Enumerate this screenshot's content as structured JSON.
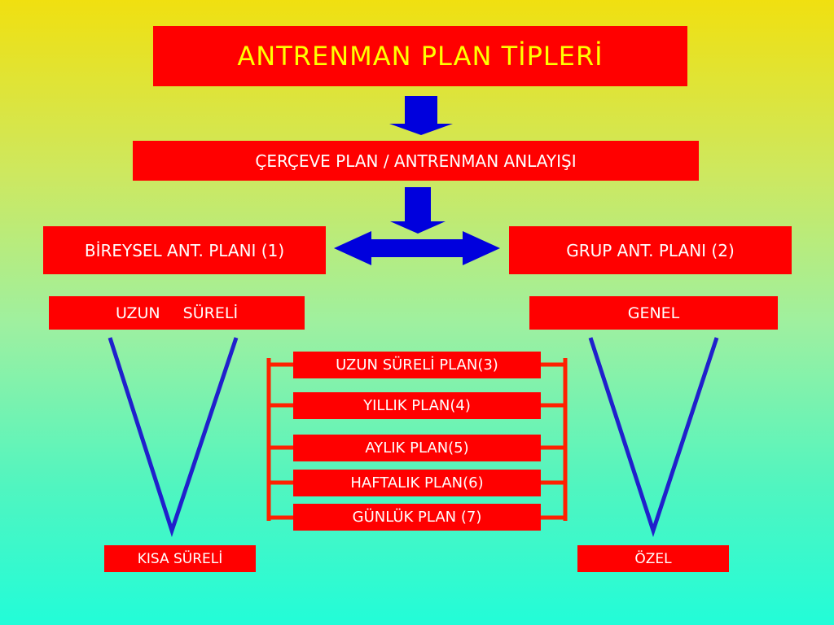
{
  "title": "ANTRENMAN PLAN TİPLERİ",
  "framework": "ÇERÇEVE PLAN / ANTRENMAN ANLAYIŞI",
  "individual": "BİREYSEL ANT. PLANI (1)",
  "group": "GRUP ANT. PLANI (2)",
  "long_term": "UZUN SÜRELİ",
  "general": "GENEL",
  "short_term": "KISA SÜRELİ",
  "special": "ÖZEL",
  "plans": [
    "UZUN SÜRELİ PLAN(3)",
    "YILLIK PLAN(4)",
    "AYLIK PLAN(5)",
    "HAFTALIK PLAN(6)",
    "GÜNLÜK PLAN (7)"
  ],
  "colors": {
    "box": "#ff0000",
    "box_text": "#ffffff",
    "title_text": "#ffff00",
    "arrow": "#0000dd",
    "line": "#2020cc"
  }
}
